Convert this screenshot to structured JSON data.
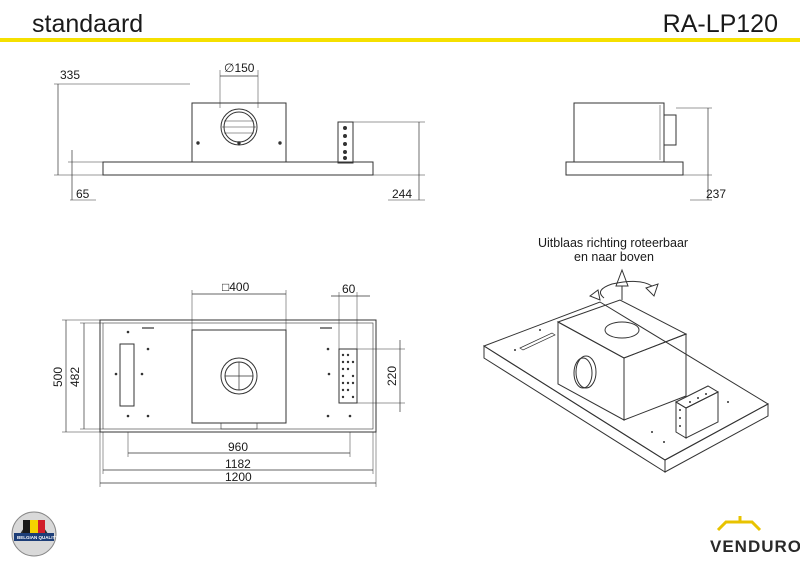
{
  "header": {
    "title_left": "standaard",
    "title_right": "RA-LP120",
    "accent_color": "#f5e000"
  },
  "front_view": {
    "duct_diameter": "∅150",
    "height_total": "335",
    "panel_thickness": "65",
    "depth": "244"
  },
  "side_view": {
    "depth": "237"
  },
  "top_view": {
    "motor_square": "□400",
    "control_width": "60",
    "control_height": "220",
    "width_outer": "500",
    "width_inner": "482",
    "hole_spacing": "960",
    "length_inner": "1182",
    "length_outer": "1200"
  },
  "iso_view": {
    "note_line1": "Uitblaas richting roteerbaar",
    "note_line2": "en naar boven"
  },
  "footer": {
    "seal_label": "BELGIAN QUALITY",
    "brand": "VENDURO",
    "brand_color": "#e8c300"
  }
}
